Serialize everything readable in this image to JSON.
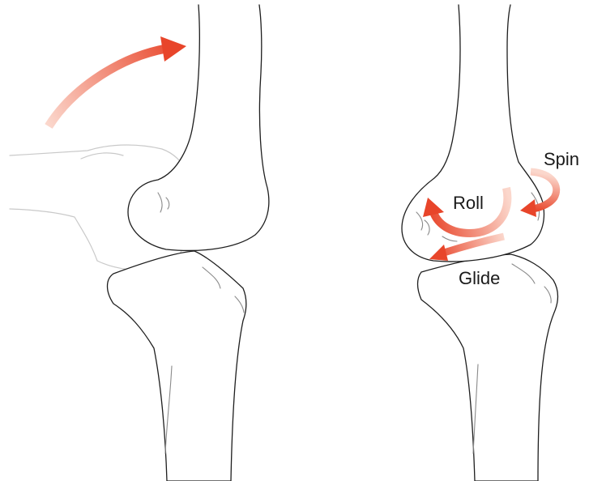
{
  "figure": {
    "labels": {
      "roll": "Roll",
      "spin": "Spin",
      "glide": "Glide"
    },
    "colors": {
      "arrow": "#e8452a",
      "arrow_faded": "#f7c3b4",
      "bone_outline": "#1e1e1e",
      "ghost_outline": "#c9c9c9"
    }
  }
}
